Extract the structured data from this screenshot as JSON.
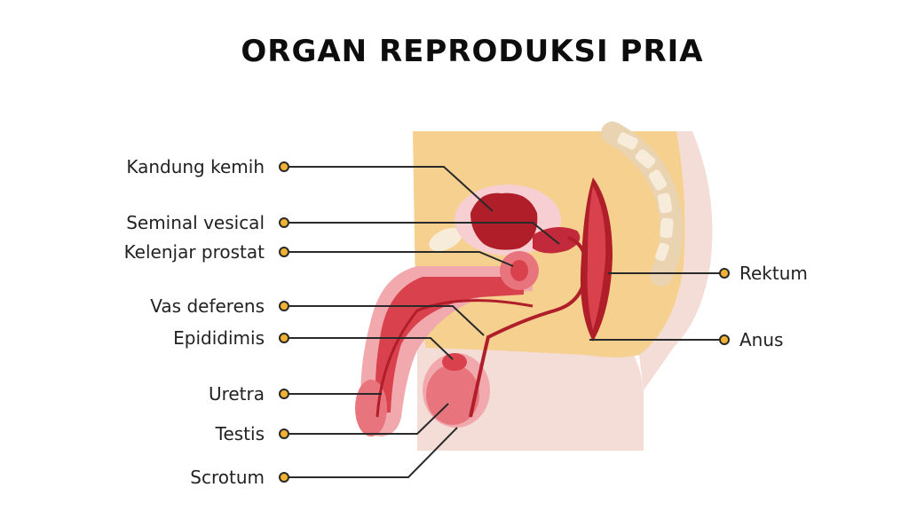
{
  "title": "ORGAN REPRODUKSI PRIA",
  "labels": {
    "kandung_kemih": "Kandung kemih",
    "seminal_vesical": "Seminal vesical",
    "kelenjar_prostat": "Kelenjar prostat",
    "vas_deferens": "Vas deferens",
    "epididimis": "Epididimis",
    "uretra": "Uretra",
    "testis": "Testis",
    "scrotum": "Scrotum",
    "rektum": "Rektum",
    "anus": "Anus"
  },
  "colors": {
    "skin": "#f5d08e",
    "skin_light": "#f3ddd6",
    "organ_dark": "#b01e2a",
    "organ_mid": "#d9414c",
    "organ_light": "#f1a9ae",
    "organ_pale": "#f7cfd2",
    "bone": "#f2e3c9",
    "dot": "#f2b233"
  }
}
